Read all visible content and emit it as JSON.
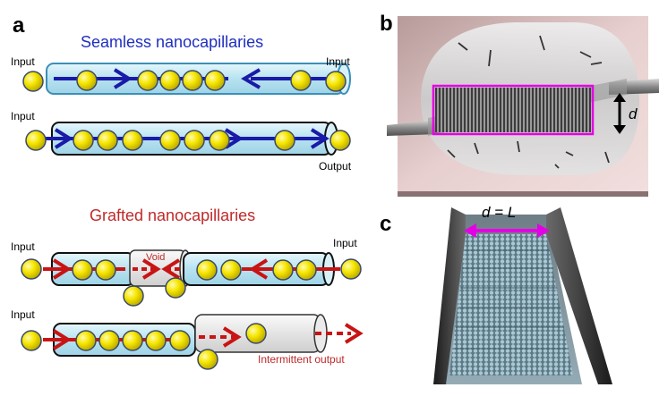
{
  "panels": {
    "a": {
      "letter": "a",
      "seamless_title": "Seamless nanocapillaries",
      "grafted_title": "Grafted nanocapillaries",
      "row1": {
        "left_label": "Input",
        "right_label": "Input"
      },
      "row2": {
        "left_label": "Input",
        "right_label": "Output"
      },
      "row3": {
        "left_label": "Input",
        "right_label": "Input",
        "void_label": "Void"
      },
      "row4": {
        "left_label": "Input",
        "output_label": "Intermittent output"
      }
    },
    "b": {
      "letter": "b",
      "d_label": "d"
    },
    "c": {
      "letter": "c",
      "d_eq_label": "d = L"
    }
  },
  "colors": {
    "seamless_title": "#1f2fbf",
    "grafted_title": "#c02a2a",
    "blue_arrow": "#1a1aa8",
    "red_arrow": "#c81414",
    "tube_fill": "#bfe6f2",
    "ball_fill": "#f4e400",
    "magenta": "#e400e4"
  }
}
